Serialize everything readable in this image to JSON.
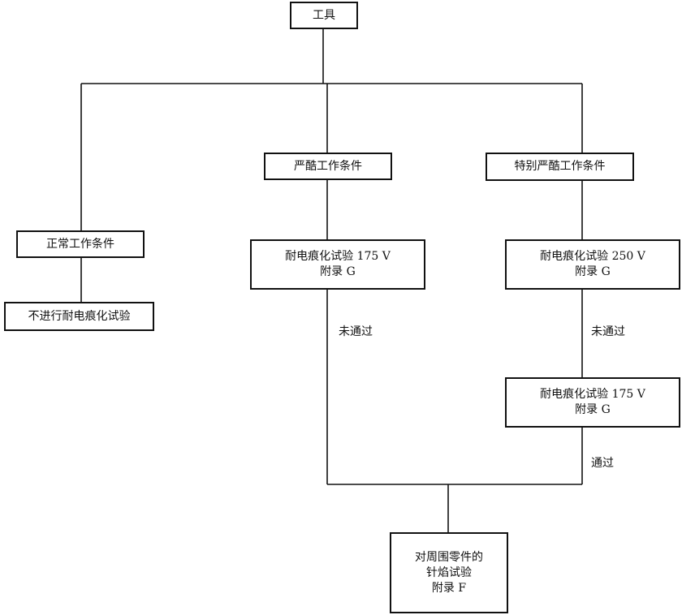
{
  "nodes": {
    "tools": "工具",
    "normal": "正常工作条件",
    "no_test": "不进行耐电痕化试验",
    "severe": "严酷工作条件",
    "special": "特别严酷工作条件",
    "test175_severe": "耐电痕化试验 175 V\n附录 G",
    "test250": "耐电痕化试验 250 V\n附录 G",
    "test175_special": "耐电痕化试验 175 V\n附录 G",
    "glow": "对周围零件的\n针焰试验\n附录 F"
  },
  "labels": {
    "fail_1": "未通过",
    "fail_2": "未通过",
    "pass": "通过"
  }
}
